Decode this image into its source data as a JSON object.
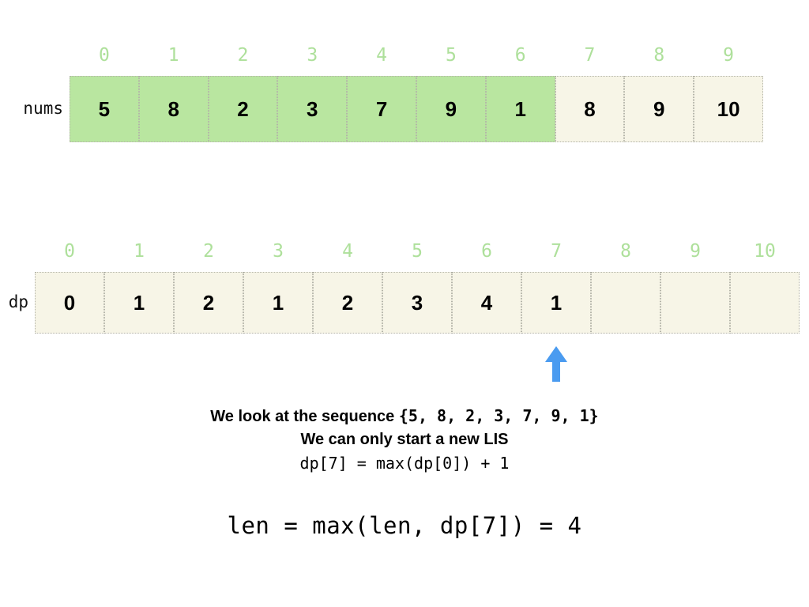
{
  "arrays": {
    "nums": {
      "label": "nums",
      "indices": [
        "0",
        "1",
        "2",
        "3",
        "4",
        "5",
        "6",
        "7",
        "8",
        "9"
      ],
      "values": [
        "5",
        "8",
        "2",
        "3",
        "7",
        "9",
        "1",
        "8",
        "9",
        "10"
      ],
      "highlighted": [
        true,
        true,
        true,
        true,
        true,
        true,
        true,
        false,
        false,
        false
      ]
    },
    "dp": {
      "label": "dp",
      "indices": [
        "0",
        "1",
        "2",
        "3",
        "4",
        "5",
        "6",
        "7",
        "8",
        "9",
        "10"
      ],
      "values": [
        "0",
        "1",
        "2",
        "1",
        "2",
        "3",
        "4",
        "1",
        "",
        "",
        ""
      ],
      "highlighted": [
        false,
        false,
        false,
        false,
        false,
        false,
        false,
        false,
        false,
        false,
        false
      ]
    }
  },
  "pointer": {
    "icon": "up-arrow-icon",
    "target_index": "7",
    "color": "#4a9bf0"
  },
  "annotations": {
    "line1_prefix": "We look at the sequence ",
    "line1_sequence": "{5, 8, 2, 3, 7, 9, 1}",
    "line2": "We can only start a new LIS",
    "line3": "dp[7] = max(dp[0]) + 1",
    "result": "len = max(len, dp[7]) = 4"
  },
  "colors": {
    "cell_highlight": "#b9e6a0",
    "cell_default": "#f7f5e7",
    "index_label": "#aee09b",
    "arrow": "#4a9bf0",
    "text": "#000000"
  }
}
